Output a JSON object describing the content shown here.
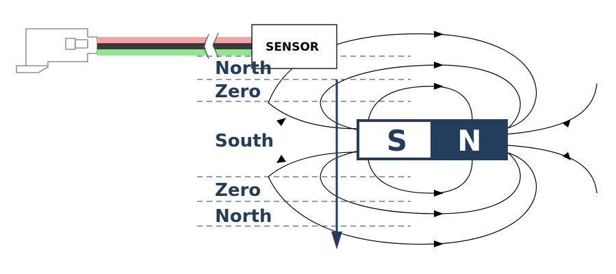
{
  "sensor": {
    "label": "SENSOR"
  },
  "zones": [
    {
      "label": "North"
    },
    {
      "label": "Zero"
    },
    {
      "label": "South"
    },
    {
      "label": "Zero"
    },
    {
      "label": "North"
    }
  ],
  "magnet": {
    "south_label": "S",
    "north_label": "N"
  },
  "colors": {
    "accent": "#243d5c",
    "wire_red": "#f4a3a3",
    "wire_black": "#3a3a3a",
    "wire_green": "#8fe88f"
  },
  "icons": {
    "connector": "connector-plug-icon",
    "arrow": "travel-direction-arrow-icon"
  }
}
